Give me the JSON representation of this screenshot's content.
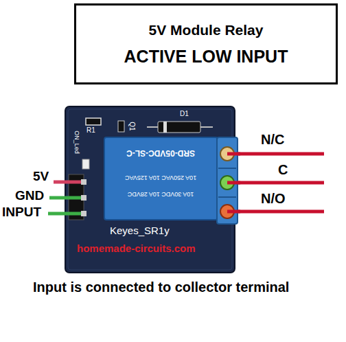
{
  "diagram": {
    "caption": "Input is connected to collector terminal",
    "nodes": [
      {
        "text": [
          "5V Module Relay",
          "ACTIVE LOW INPUT"
        ]
      }
    ],
    "labels": [
      "5V",
      "GND",
      "INPUT",
      "N/C",
      "C",
      "N/O",
      "SRD-05VDC-SL-C",
      "10A 250VAC 10A 125VAC",
      "10A 30VDC 10A 28VDC",
      "Keyes_SR1y",
      "R1",
      "Q1",
      "D1",
      "ON_Led",
      "homemade-circuits.com"
    ]
  }
}
